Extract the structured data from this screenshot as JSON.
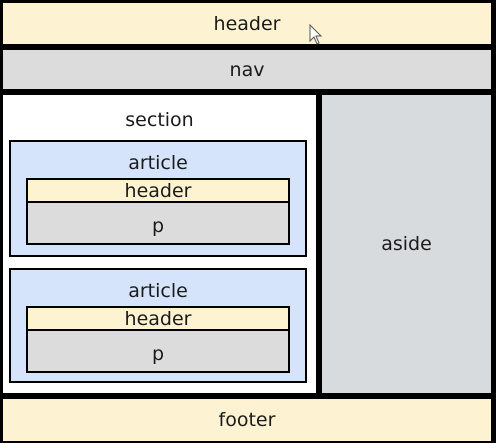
{
  "page_header": {
    "label": "header"
  },
  "nav": {
    "label": "nav"
  },
  "section": {
    "label": "section",
    "articles": [
      {
        "label": "article",
        "header_label": "header",
        "p_label": "p"
      },
      {
        "label": "article",
        "header_label": "header",
        "p_label": "p"
      }
    ]
  },
  "aside": {
    "label": "aside"
  },
  "footer": {
    "label": "footer"
  },
  "colors": {
    "header_fill": "#fdf3d3",
    "nav_fill": "#dcdcdc",
    "section_fill": "#ffffff",
    "article_fill": "#d5e4fa",
    "p_fill": "#dcdcdc",
    "aside_fill": "#d8dbdd",
    "outline": "#000000"
  }
}
